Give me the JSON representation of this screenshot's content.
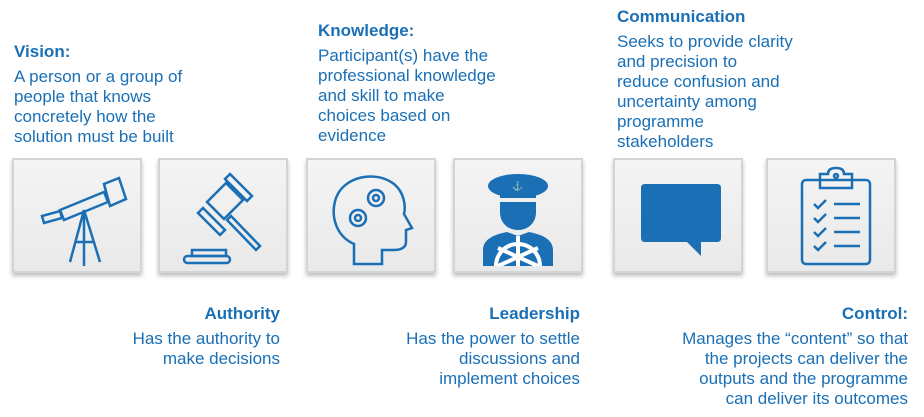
{
  "roles": [
    {
      "title": "Vision:",
      "lines": [
        "A person or a group of",
        "people that knows",
        "concretely how the",
        "solution must be built"
      ],
      "icon": "telescope-icon"
    },
    {
      "title": "Authority",
      "lines": [
        "Has the authority to",
        "make decisions"
      ],
      "icon": "gavel-icon"
    },
    {
      "title": "Knowledge:",
      "lines": [
        "Participant(s) have the",
        "professional knowledge",
        "and skill to make",
        "choices based on",
        "evidence"
      ],
      "icon": "head-gears-icon"
    },
    {
      "title": "Leadership",
      "lines": [
        "Has the power to settle",
        "discussions and",
        "implement choices"
      ],
      "icon": "captain-icon"
    },
    {
      "title": "Communication",
      "lines": [
        "Seeks to provide clarity",
        "and precision to",
        "reduce confusion and",
        "uncertainty among",
        "programme",
        "stakeholders"
      ],
      "icon": "speech-bubble-icon"
    },
    {
      "title": "Control:",
      "lines": [
        "Manages the “content” so that",
        "the projects can deliver the",
        "outputs and the programme",
        "can deliver its outcomes"
      ],
      "icon": "checklist-icon"
    }
  ],
  "colors": {
    "accent": "#1a6fb5",
    "box": "#efefef"
  }
}
